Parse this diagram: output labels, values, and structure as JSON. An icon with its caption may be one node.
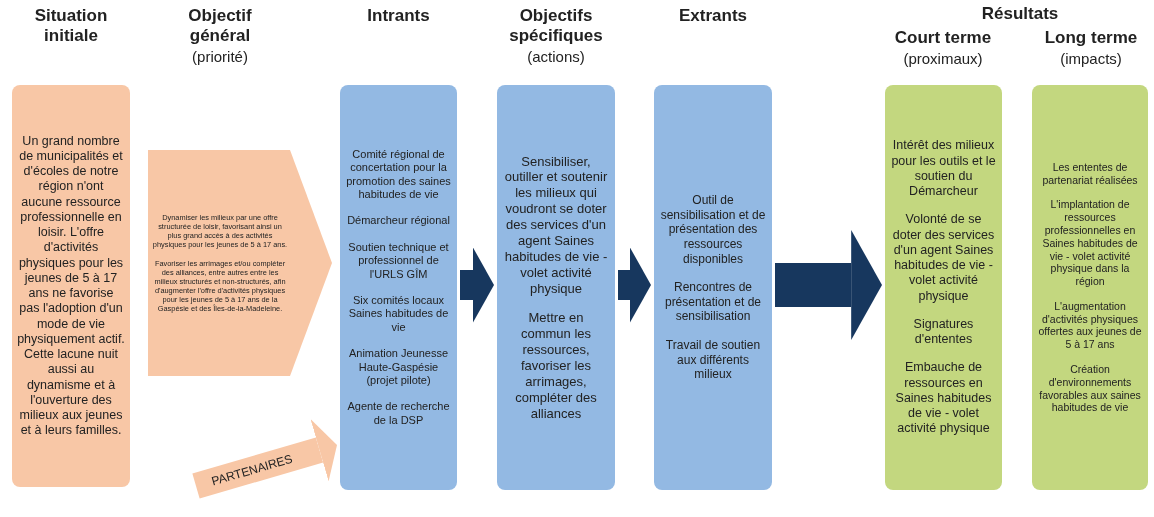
{
  "diagram": {
    "nodes": [
      {
        "text": [
          "Un grand nombre de municipalités et d'écoles de notre région n'ont aucune ressource professionnelle en loisir. L'offre d'activités physiques pour les jeunes de 5 à 17 ans ne favorise pas l'adoption d'un mode de vie physiquement actif. Cette lacune nuit aussi au dynamisme et à l'ouverture des milieux aux jeunes et à leurs familles."
        ]
      },
      {
        "text": [
          "Dynamiser les milieux par une offre structurée de loisir, favorisant ainsi un plus grand accès à des activités physiques pour les jeunes de 5 à 17 ans.",
          "Favoriser les arrimages et/ou compléter des alliances, entre autres entre les milieux structurés et non-structurés, afin d'augmenter l'offre d'activités physiques pour les jeunes de 5 à 17 ans de la Gaspésie et des Îles-de-la-Madeleine."
        ]
      },
      {
        "text": [
          "Comité régional de concertation pour la promotion des saines habitudes de vie",
          "Démarcheur régional",
          "Soutien technique et professionnel de l'URLS GÎM",
          "Six comités locaux Saines habitudes de vie",
          "Animation Jeunesse Haute-Gaspésie (projet pilote)",
          "Agente de recherche  de la DSP"
        ]
      },
      {
        "text": [
          "Sensibiliser, outiller et soutenir les milieux qui voudront se doter des services d'un agent Saines habitudes de vie - volet activité physique",
          "Mettre en commun les ressources, favoriser les arrimages, compléter des alliances"
        ]
      },
      {
        "text": [
          "Outil de sensibilisation et de présentation des ressources disponibles",
          "Rencontres de présentation et de sensibilisation",
          "Travail de soutien aux différents milieux"
        ]
      },
      {
        "text": [
          "Intérêt des milieux pour les outils et le soutien du Démarcheur",
          "Volonté de se doter des services d'un agent Saines habitudes de vie - volet activité physique",
          "Signatures d'ententes",
          "Embauche de ressources en Saines habitudes de vie - volet activité physique"
        ]
      },
      {
        "text": [
          "Les ententes de partenariat réalisées",
          "L'implantation de ressources professionnelles en Saines habitudes de vie - volet activité physique dans la région",
          "L'augmentation d'activités physiques offertes aux jeunes de 5 à 17 ans",
          "Création d'environnements favorables aux saines habitudes de vie"
        ]
      }
    ],
    "edges": [
      {
        "from": null,
        "to": 2,
        "arrow": "to",
        "label": "PARTENAIRES",
        "color": "#f8c7a6"
      },
      {
        "from": 2,
        "to": 3,
        "arrow": "to"
      },
      {
        "from": 3,
        "to": 4,
        "arrow": "to"
      },
      {
        "from": 4,
        "to": 5,
        "arrow": "to"
      }
    ],
    "labels": [
      "Situation initiale",
      "Objectif général",
      "(priorité)",
      "Intrants",
      "Objectifs spécifiques",
      "(actions)",
      "Extrants",
      "Résultats",
      "Court terme",
      "(proximaux)",
      "Long terme",
      "(impacts)"
    ]
  }
}
